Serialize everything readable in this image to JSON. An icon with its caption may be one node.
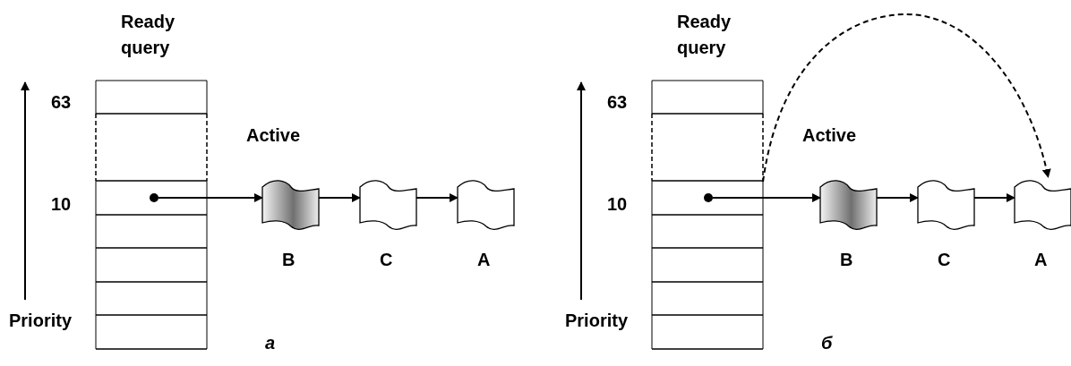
{
  "diagram": {
    "nodes": [
      {
        "text": [
          "Ready query"
        ]
      },
      {
        "text": [],
        "shape": "circle",
        "in": 0
      },
      {
        "text": [
          "B"
        ]
      },
      {
        "text": [
          "C"
        ]
      },
      {
        "text": [
          "A"
        ]
      },
      {
        "text": [
          "Ready query"
        ]
      },
      {
        "text": [],
        "shape": "circle",
        "in": 5
      },
      {
        "text": [
          "B"
        ]
      },
      {
        "text": [
          "C"
        ]
      },
      {
        "text": [
          "A"
        ]
      }
    ],
    "edges": [
      {
        "from": 1,
        "to": 2,
        "arrow": "to"
      },
      {
        "from": 2,
        "to": 3,
        "arrow": "to"
      },
      {
        "from": 3,
        "to": 4,
        "arrow": "to"
      },
      {
        "from": 6,
        "to": 7,
        "arrow": "to"
      },
      {
        "from": 7,
        "to": 8,
        "arrow": "to"
      },
      {
        "from": 8,
        "to": 9,
        "arrow": "to"
      },
      {
        "from": 5,
        "to": 9,
        "arrow": "to",
        "style": "dashed"
      }
    ],
    "labels": [
      "63",
      "Active",
      "10",
      "Priority",
      "а",
      "63",
      "Active",
      "10",
      "Priority",
      "б"
    ]
  }
}
